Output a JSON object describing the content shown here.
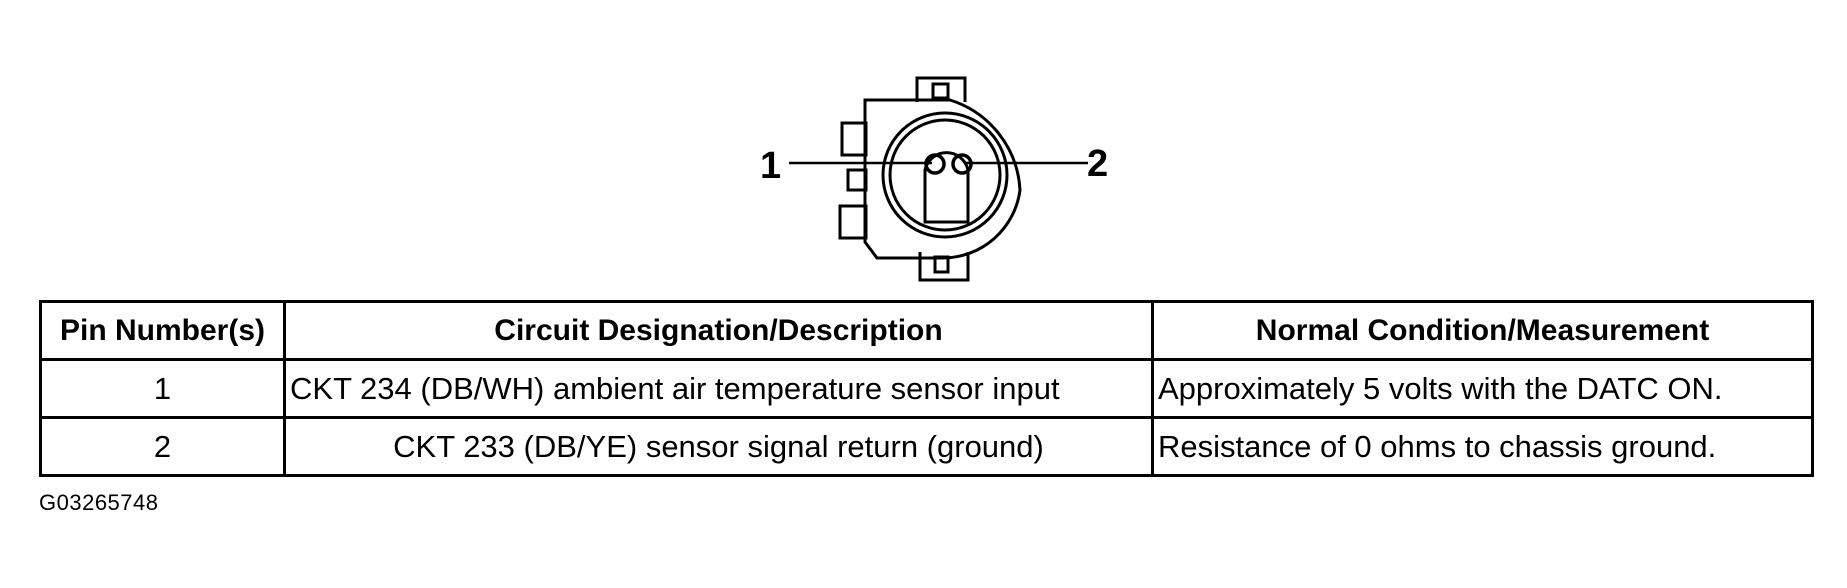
{
  "diagram": {
    "pin_labels": [
      "1",
      "2"
    ]
  },
  "table": {
    "headers": [
      "Pin Number(s)",
      "Circuit Designation/Description",
      "Normal Condition/Measurement"
    ],
    "rows": [
      {
        "pin": "1",
        "circuit": "CKT 234 (DB/WH) ambient air temperature sensor input",
        "condition": "Approximately 5 volts with the DATC ON."
      },
      {
        "pin": "2",
        "circuit": "CKT 233 (DB/YE) sensor signal return (ground)",
        "condition": "Resistance of 0 ohms to chassis ground."
      }
    ]
  },
  "figure_code": "G03265748"
}
